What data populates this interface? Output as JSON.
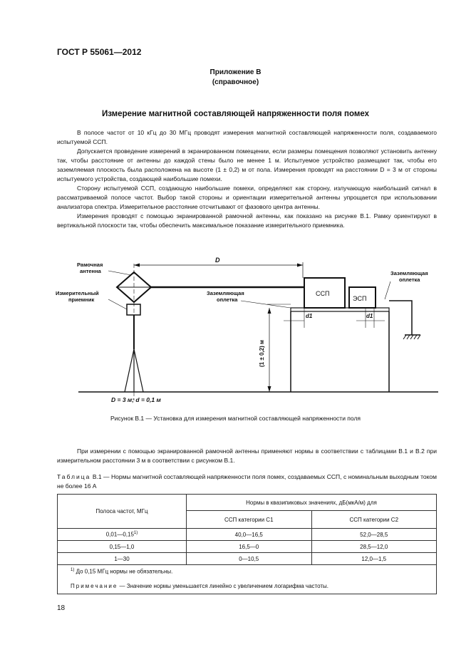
{
  "header": {
    "standard": "ГОСТ Р 55061—2012"
  },
  "appendix": {
    "title": "Приложение В",
    "subtitle": "(справочное)"
  },
  "section_title": "Измерение магнитной составляющей напряженности поля помех",
  "paragraphs": [
    "В полосе частот от 10 кГц до 30 МГц проводят измерения магнитной составляющей напряженности поля, создаваемого испытуемой ССП.",
    "Допускается проведение измерений в экранированном помещении, если размеры помещения позволяют установить антенну так, чтобы расстояние от антенны до каждой стены было не менее 1 м. Испытуемое устройство размещают так, чтобы его заземляемая плоскость была расположена на высоте (1 ± 0,2) м от пола. Измерения проводят на расстоянии D = 3 м от стороны испытуемого устройства, создающей наибольшие помехи.",
    "Сторону испытуемой ССП, создающую наибольшие помехи, определяют как сторону, излучающую наибольший сигнал в рассматриваемой полосе частот. Выбор такой стороны и ориентации измерительной антенны упрощается при использовании анализатора спектра. Измерительное расстояние отсчитывают от фазового центра антенны.",
    "Измерения проводят с помощью экранированной рамочной антенны, как показано на рисунке В.1. Рамку ориентируют в вертикальной плоскости так, чтобы обеспечить максимальное показание измерительного приемника."
  ],
  "figure": {
    "label_antenna_line1": "Рамочная",
    "label_antenna_line2": "антенна",
    "label_receiver_line1": "Измерительный",
    "label_receiver_line2": "приемник",
    "label_D": "D",
    "label_ground_plane_line1": "Заземляющая",
    "label_ground_plane_line2": "оплетка",
    "label_ground_braid_line1": "Заземляющая",
    "label_ground_braid_line2": "оплетка",
    "label_ssp": "ССП",
    "label_esp": "ЭСП",
    "label_d1_a": "d1",
    "label_d1_b": "d1",
    "label_height": "(1 ± 0,2) м",
    "label_dist": "D = 3 м; d = 0,1 м",
    "caption": "Рисунок В.1 — Установка для измерения магнитной составляющей напряженности поля"
  },
  "paragraph_after_figure": "При измерении с помощью экранированной рамочной антенны применяют нормы в соответствии с таблицами В.1 и В.2 при измерительном расстоянии 3 м в соответствии с рисунком В.1.",
  "table_caption": {
    "label": "Таблица",
    "number_title": "В.1 — Нормы магнитной составляющей напряженности поля помех, создаваемых ССП, с номинальным выходным током не более 16 А"
  },
  "table": {
    "col_band": "Полоса частот, МГц",
    "col_group": "Нормы в квазипиковых значениях, дБ(мкА/м) для",
    "col_c1": "ССП категории С1",
    "col_c2": "ССП категории С2",
    "rows": [
      {
        "band": "0,01—0,15",
        "band_sup": "1)",
        "c1": "40,0—16,5",
        "c2": "52,0—28,5"
      },
      {
        "band": "0,15—1,0",
        "band_sup": "",
        "c1": "16,5—0",
        "c2": "28,5—12,0"
      },
      {
        "band": "1—30",
        "band_sup": "",
        "c1": "0—10,5",
        "c2": "12,0—1,5"
      }
    ],
    "footnote_mark": "1)",
    "footnote": "До 0,15 МГц нормы не обязательны.",
    "note_label": "Примечание",
    "note_text": "— Значение нормы уменьшается линейно с увеличением логарифма частоты."
  },
  "page_number": "18"
}
